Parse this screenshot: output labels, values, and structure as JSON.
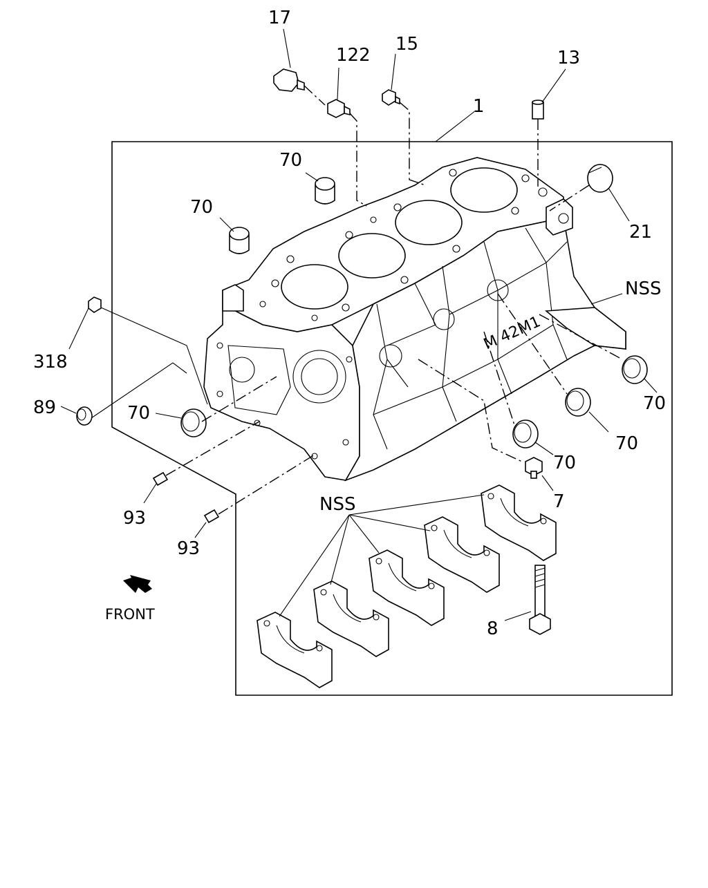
{
  "diagram": {
    "callouts": {
      "c17": "17",
      "c122": "122",
      "c15": "15",
      "c13": "13",
      "c1": "1",
      "c70a": "70",
      "c70b": "70",
      "c21": "21",
      "cNSS1": "NSS",
      "c318": "318",
      "c89": "89",
      "c70c": "70",
      "c70d": "70",
      "c70e": "70",
      "c70f": "70",
      "c7": "7",
      "c93a": "93",
      "c93b": "93",
      "cNSS2": "NSS",
      "c8": "8"
    },
    "block_marking": "M 42M1",
    "front_label": "FRONT"
  }
}
